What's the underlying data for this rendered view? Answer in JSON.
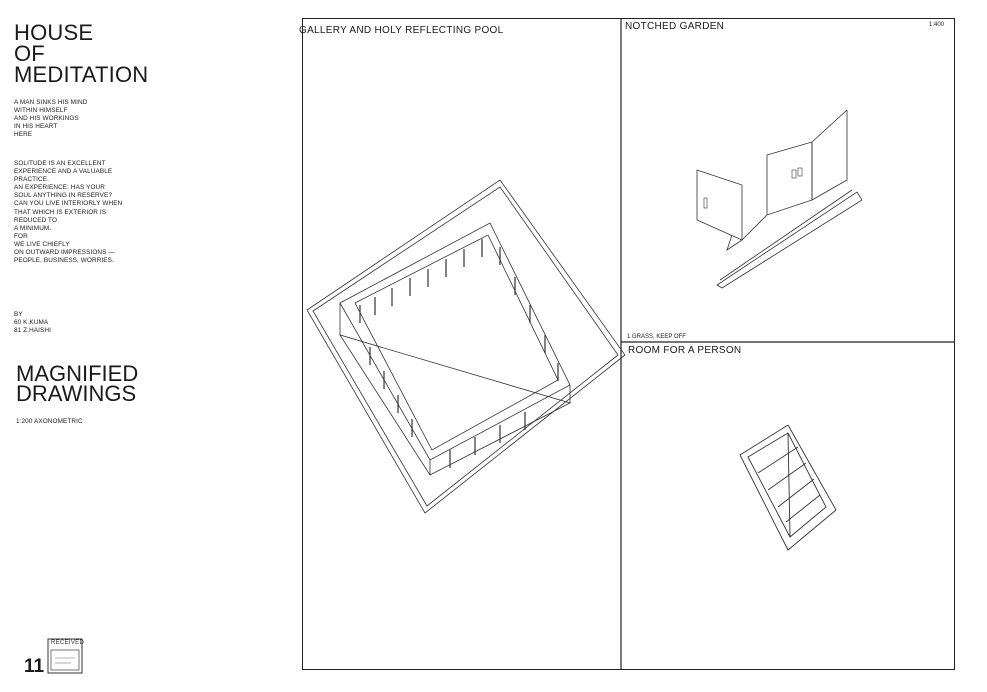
{
  "sidebar": {
    "title": "HOUSE\nOF\nMEDITATION",
    "verse_1": "A MAN SINKS HIS MIND\nWITHIN HIMSELF\nAND HIS WORKINGS\nIN HIS HEART\nHERE",
    "verse_2": "SOLITUDE IS AN EXCELLENT\nEXPERIENCE AND A VALUABLE\nPRACTICE.\nAN EXPERIENCE: HAS YOUR\nSOUL ANYTHING IN RESERVE?\nCAN YOU LIVE INTERIORLY WHEN\nTHAT WHICH IS EXTERIOR IS\nREDUCED TO\nA MINIMUM.\nFOR\nWE LIVE CHIEFLY\nON OUTWARD IMPRESSIONS —\nPEOPLE, BUSINESS, WORRIES.",
    "credits": "BY\n60 K.KUMA\n81 Z.HAISHI",
    "subtitle": "MAGNIFIED\nDRAWINGS",
    "scale_note": "1:200 AXONOMETRIC",
    "page_number": "11",
    "stamp_text": "RECEIVED"
  },
  "panels": {
    "gallery": {
      "label": "GALLERY AND HOLY REFLECTING POOL"
    },
    "notched": {
      "label": "NOTCHED GARDEN",
      "scale": "1:400",
      "note": "1 GRASS, KEEP OFF"
    },
    "room": {
      "label": "ROOM FOR A PERSON"
    }
  }
}
